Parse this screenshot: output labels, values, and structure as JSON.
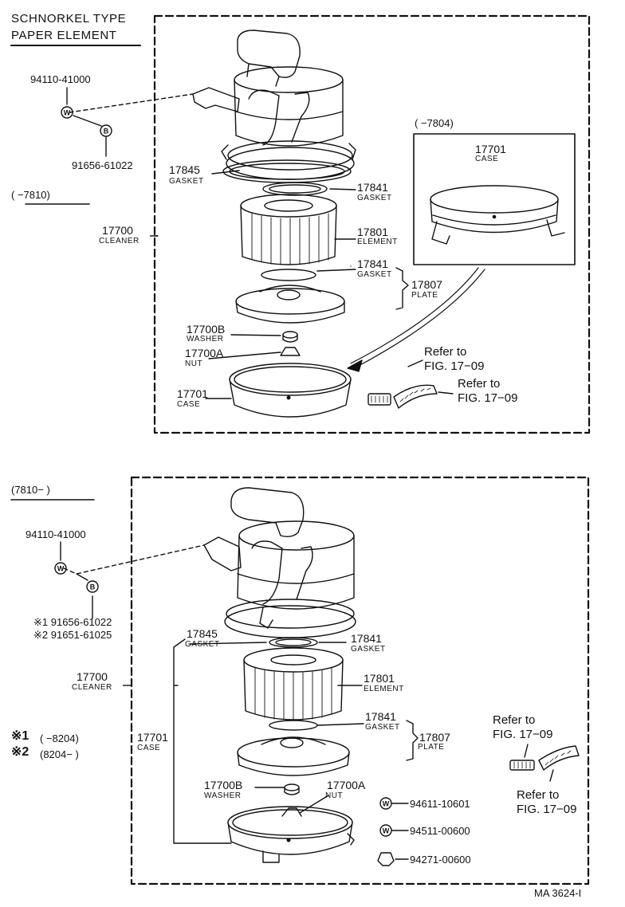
{
  "header": {
    "line1": "SCHNORKEL TYPE",
    "line2": "PAPER ELEMENT"
  },
  "top": {
    "range_left": "(        −7810)",
    "range_right": "(          −7804)",
    "bolt_w": {
      "code": "94110-41000",
      "symbol": "W"
    },
    "bolt_b": {
      "code": "91656-61022",
      "symbol": "B"
    },
    "p17845": {
      "num": "17845",
      "name": "GASKET"
    },
    "p17841a": {
      "num": "17841",
      "name": "GASKET"
    },
    "p17700": {
      "num": "17700",
      "name": "CLEANER"
    },
    "p17801": {
      "num": "17801",
      "name": "ELEMENT"
    },
    "p17841b": {
      "num": "17841",
      "name": "GASKET"
    },
    "p17807": {
      "num": "17807",
      "name": "PLATE"
    },
    "p17700b": {
      "num": "17700B",
      "name": "WASHER"
    },
    "p17700a": {
      "num": "17700A",
      "name": "NUT"
    },
    "p17701": {
      "num": "17701",
      "name": "CASE"
    },
    "inset17701": {
      "num": "17701",
      "name": "CASE"
    },
    "refer1": {
      "l1": "Refer to",
      "l2": "FIG. 17−09"
    },
    "refer2": {
      "l1": "Refer to",
      "l2": "FIG. 17−09"
    }
  },
  "bottom": {
    "range": "(7810−          )",
    "bolt_w": {
      "code": "94110-41000",
      "symbol": "W"
    },
    "bolt_b": {
      "symbol": "B",
      "code1": "※1 91656-61022",
      "code2": "※2 91651-61025"
    },
    "p17700": {
      "num": "17700",
      "name": "CLEANER"
    },
    "note1": {
      "mark": "※1",
      "text": "(        −8204)"
    },
    "note2": {
      "mark": "※2",
      "text": "(8204−          )"
    },
    "p17845": {
      "num": "17845",
      "name": "GASKET"
    },
    "p17841a": {
      "num": "17841",
      "name": "GASKET"
    },
    "p17801": {
      "num": "17801",
      "name": "ELEMENT"
    },
    "p17701": {
      "num": "17701",
      "name": "CASE"
    },
    "p17841b": {
      "num": "17841",
      "name": "GASKET"
    },
    "p17807": {
      "num": "17807",
      "name": "PLATE"
    },
    "p17700b": {
      "num": "17700B",
      "name": "WASHER"
    },
    "p17700a": {
      "num": "17700A",
      "name": "NUT"
    },
    "refer1": {
      "l1": "Refer to",
      "l2": "FIG. 17−09"
    },
    "refer2": {
      "l1": "Refer to",
      "l2": "FIG. 17−09"
    },
    "hw1": {
      "symbol": "W",
      "code": "94611-10601"
    },
    "hw2": {
      "symbol": "W",
      "code": "94511-00600"
    },
    "hw3": {
      "code": "94271-00600"
    }
  },
  "footer": {
    "code": "MA 3624-I"
  }
}
